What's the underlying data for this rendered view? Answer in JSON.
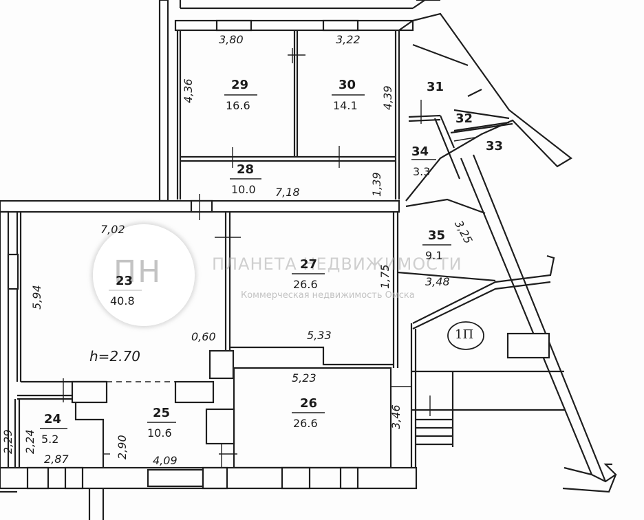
{
  "watermark": {
    "logo": "ПН",
    "company": "ПЛАНЕТА НЕДВИЖИМОСТИ",
    "tagline": "Коммерческая недвижимость Омска"
  },
  "rooms": [
    {
      "id": "29",
      "number": "29",
      "area": "16.6"
    },
    {
      "id": "30",
      "number": "30",
      "area": "14.1"
    },
    {
      "id": "31",
      "number": "31",
      "area": ""
    },
    {
      "id": "32",
      "number": "32",
      "area": ""
    },
    {
      "id": "33",
      "number": "33",
      "area": ""
    },
    {
      "id": "34",
      "number": "34",
      "area": "3.3"
    },
    {
      "id": "28",
      "number": "28",
      "area": "10.0"
    },
    {
      "id": "35",
      "number": "35",
      "area": "9.1"
    },
    {
      "id": "23",
      "number": "23",
      "area": "40.8"
    },
    {
      "id": "27",
      "number": "27",
      "area": "26.6"
    },
    {
      "id": "26",
      "number": "26",
      "area": "26.6"
    },
    {
      "id": "25",
      "number": "25",
      "area": "10.6"
    },
    {
      "id": "24",
      "number": "24",
      "area": "5.2"
    }
  ],
  "dimensions": [
    "3,80",
    "3,22",
    "4,36",
    "4,39",
    "1,39",
    "7,18",
    "7,02",
    "5,94",
    "0,60",
    "5,33",
    "1,75",
    "3,25",
    "3,48",
    "5,23",
    "3,46",
    "2,90",
    "4,09",
    "2,87",
    "2,24",
    "2,29"
  ],
  "height_note": "h=2.70",
  "section_label": "1П"
}
